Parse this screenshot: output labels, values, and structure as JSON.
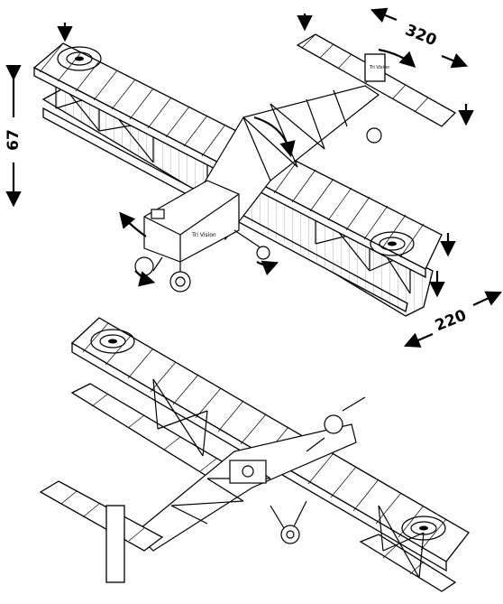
{
  "dimensions": {
    "height": "67",
    "span": "320",
    "length": "220"
  },
  "logo_text": {
    "top_tail": "Tri Vision",
    "top_fuselage": "Tri Vision"
  }
}
